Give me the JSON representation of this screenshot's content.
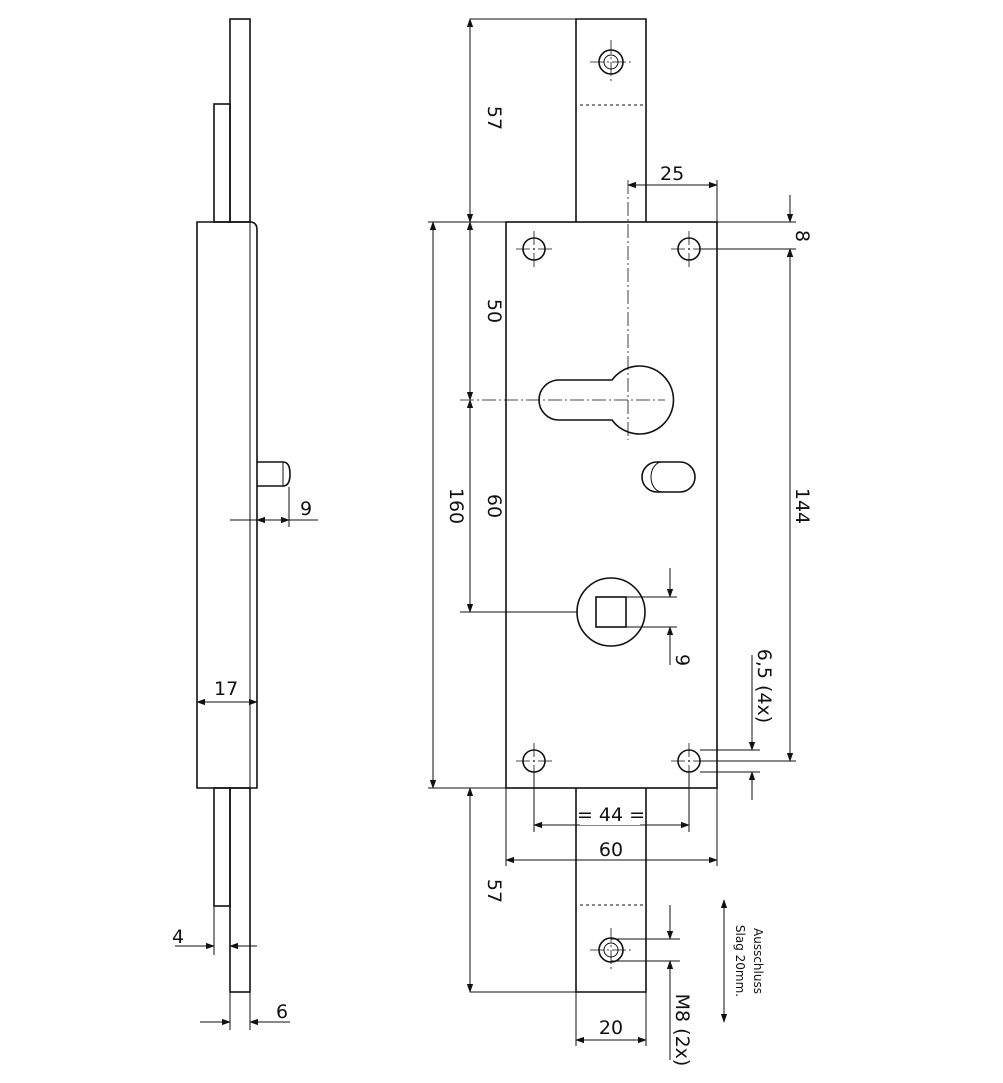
{
  "dimensions": {
    "side_width": "17",
    "bolt_projection": "9",
    "rod_offset": "4",
    "rod_thickness": "6",
    "top_extension": "57",
    "bottom_extension": "57",
    "to_cylinder": "50",
    "cylinder_to_spindle": "60",
    "total_height": "160",
    "cylinder_offset": "25",
    "hole_offset": "8",
    "hole_spacing_vertical": "144",
    "spindle_square": "9",
    "hole_diameter": "6,5 (4x)",
    "hole_spacing_horizontal": "= 44 =",
    "plate_width": "60",
    "rod_width": "20",
    "thread": "M8 (2x)"
  },
  "annotation": {
    "line1": "Ausschluss",
    "line2": "Slag 20mm."
  }
}
